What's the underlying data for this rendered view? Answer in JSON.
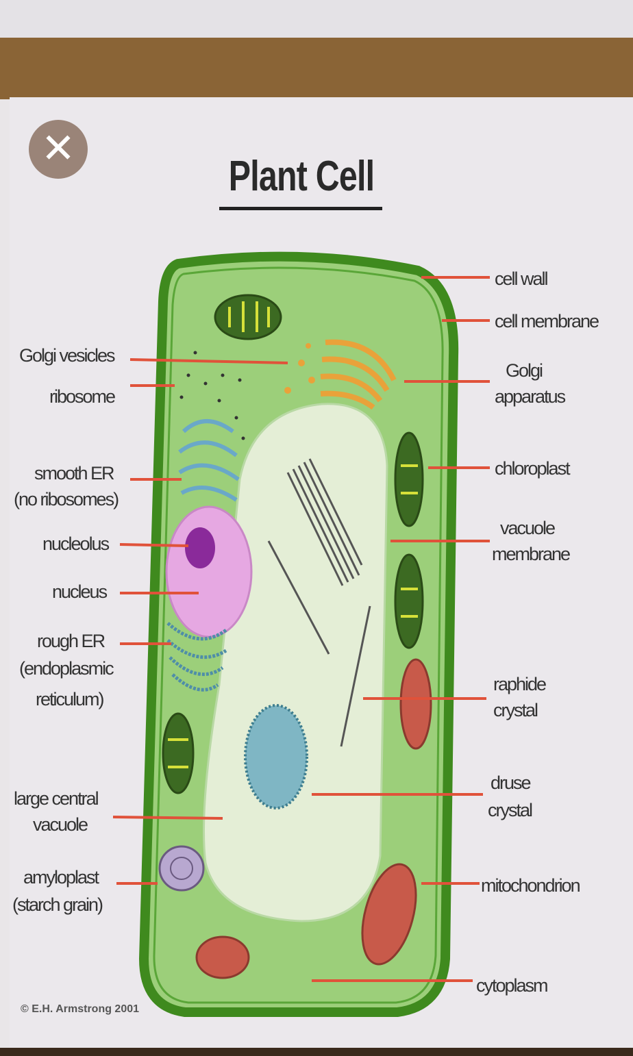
{
  "close_button": {
    "icon": "close-icon",
    "glyph": "✕"
  },
  "title": "Plant Cell",
  "labels_right": {
    "cell_wall": "cell wall",
    "cell_membrane": "cell membrane",
    "golgi_1": "Golgi",
    "golgi_2": "apparatus",
    "chloroplast": "chloroplast",
    "vacuole_membrane_1": "vacuole",
    "vacuole_membrane_2": "membrane",
    "raphide_1": "raphide",
    "raphide_2": "crystal",
    "druse_1": "druse",
    "druse_2": "crystal",
    "mitochondrion": "mitochondrion",
    "cytoplasm": "cytoplasm"
  },
  "labels_left": {
    "golgi_vesicles": "Golgi vesicles",
    "ribosome": "ribosome",
    "smooth_er_1": "smooth ER",
    "smooth_er_2": "(no ribosomes)",
    "nucleolus": "nucleolus",
    "nucleus": "nucleus",
    "rough_er_1": "rough ER",
    "rough_er_2": "(endoplasmic",
    "rough_er_3": "reticulum)",
    "vacuole_1": "large central",
    "vacuole_2": "vacuole",
    "amyloplast_1": "amyloplast",
    "amyloplast_2": "(starch grain)"
  },
  "copyright": "© E.H. Armstrong 2001",
  "colors": {
    "cell_wall": "#3f8a1e",
    "cytoplasm": "#9ccf7a",
    "vacuole": "#e4eed6",
    "nucleus": "#e6a8e2",
    "arrow": "#e0523a"
  }
}
